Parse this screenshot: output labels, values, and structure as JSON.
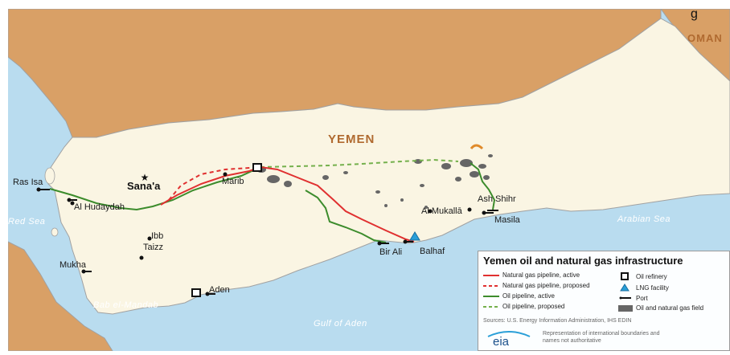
{
  "map": {
    "country_label": "YEMEN",
    "neighbor_label": "OMAN",
    "top_cut_letter": "g",
    "seas": {
      "red_sea": "Red Sea",
      "gulf_of_aden": "Gulf of Aden",
      "arabian_sea": "Arabian Sea"
    },
    "cities": {
      "sanaa": "Sana'a",
      "ras_isa": "Ras Isa",
      "al_hudaydah": "Al Hudaydah",
      "marib": "Marib",
      "ibb": "Ibb",
      "taizz": "Taizz",
      "mukha": "Mukha",
      "aden": "Aden",
      "bab_el_mandab": "Bab el-Mandab",
      "bir_ali": "Bir Ali",
      "balhaf": "Balhaf",
      "al_mukalla": "Al Mukallā",
      "ash_shihr": "Ash Shihr",
      "masila": "Masila"
    },
    "colors": {
      "sea": "#b9dcef",
      "yemen_land": "#faf5e3",
      "neighbor_land": "#d9a066",
      "border": "#a1a1a1",
      "gas_active": "#e03030",
      "oil_active": "#3c8c2c",
      "oil_proposed": "#74b04c",
      "gas_field": "#666666",
      "lng": "#2a9fd8"
    }
  },
  "legend": {
    "title": "Yemen oil and natural gas infrastructure",
    "items": {
      "gas_active": "Natural gas pipeline, active",
      "gas_proposed": "Natural gas pipeline, proposed",
      "oil_active": "Oil pipeline, active",
      "oil_proposed": "Oil pipeline, proposed",
      "refinery": "Oil refinery",
      "lng": "LNG facility",
      "port": "Port",
      "field": "Oil and natural gas field"
    },
    "sources": "Sources: U.S. Energy Information Administration, IHS EDIN",
    "logo_text": "eia",
    "note": "Representation of international boundaries and names not authoritative"
  }
}
